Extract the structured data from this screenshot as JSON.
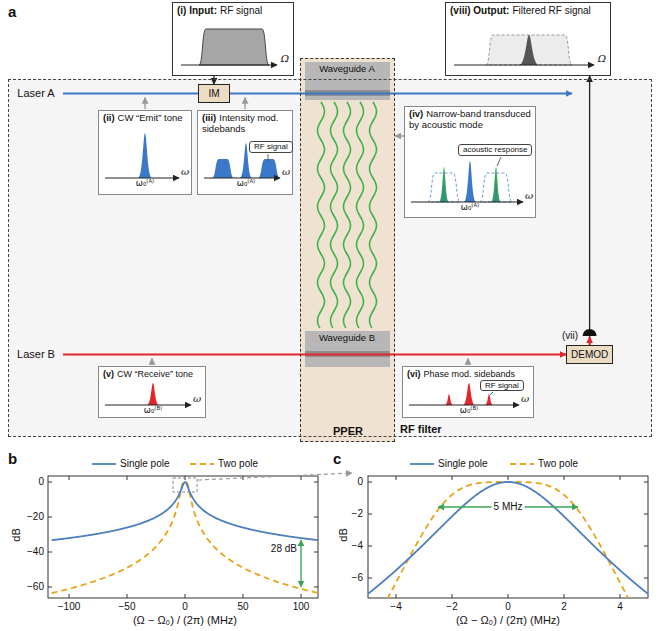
{
  "diagram": {
    "nodes": [
      {
        "text": [
          "(i) Input:",
          "RF signal",
          "Ω"
        ]
      },
      {
        "text": [
          "(viii) Output:",
          "Filtered RF signal",
          "Ω"
        ]
      },
      {
        "text": [
          "RF filter"
        ]
      },
      {
        "text": [
          "Laser A"
        ],
        "in": 2
      },
      {
        "text": [
          "IM"
        ],
        "in": 2
      },
      {
        "text": [
          "PPER"
        ],
        "in": 2
      },
      {
        "text": [
          "Waveguide A"
        ],
        "in": 5
      },
      {
        "text": [
          "Waveguide B"
        ],
        "in": 5
      },
      {
        "text": [
          "(ii)",
          "CW “Emit” tone",
          "ω",
          "ω₀⁽ᴬ⁾"
        ],
        "in": 2
      },
      {
        "text": [
          "(iii)",
          "Intensity mod. sidebands",
          "ω",
          "ω₀⁽ᴬ⁾"
        ],
        "in": 2
      },
      {
        "text": [
          "RF signal"
        ],
        "in": 9
      },
      {
        "text": [
          "(iv)",
          "Narrow-band transduced by acoustic mode",
          "ω",
          "ω₀⁽ᴬ⁾"
        ],
        "in": 2
      },
      {
        "text": [
          "acoustic response"
        ],
        "in": 11
      },
      {
        "text": [
          "Laser B"
        ],
        "in": 2
      },
      {
        "text": [
          "DEMOD"
        ],
        "in": 2
      },
      {
        "text": [
          "(v)",
          "CW “Receive” tone",
          "ω",
          "ω₀⁽ᴮ⁾"
        ],
        "in": 2
      },
      {
        "text": [
          "(vi)",
          "Phase mod. sidebands",
          "ω",
          "ω₀⁽ᴮ⁾"
        ],
        "in": 2
      },
      {
        "text": [
          "RF signal"
        ],
        "in": 16
      }
    ],
    "edges": [
      {
        "from": 0,
        "to": 4,
        "arrow": "to"
      },
      {
        "from": 3,
        "to": 4,
        "arrow": "none"
      },
      {
        "from": 11,
        "to": 5,
        "arrow": "to"
      },
      {
        "from": 13,
        "to": 14,
        "arrow": "to"
      },
      {
        "from": 14,
        "to": 1,
        "arrow": "to"
      }
    ],
    "labels": [
      "a",
      "(vii)",
      "b",
      "c",
      "0",
      "−20",
      "−40",
      "−60",
      "dB",
      "−100",
      "−50",
      "0",
      "50",
      "100",
      "(Ω − Ω₀) / (2π) (MHz)",
      "28 dB",
      "0",
      "−2",
      "−4",
      "−6",
      "dB",
      "−4",
      "−2",
      "0",
      "2",
      "4",
      "(Ω − Ω₀) / (2π) (MHz)",
      "5 MHz"
    ],
    "legend": [
      {
        "text": "Single pole"
      },
      {
        "text": "Two pole"
      },
      {
        "text": "Single pole"
      },
      {
        "text": "Two pole"
      }
    ]
  }
}
